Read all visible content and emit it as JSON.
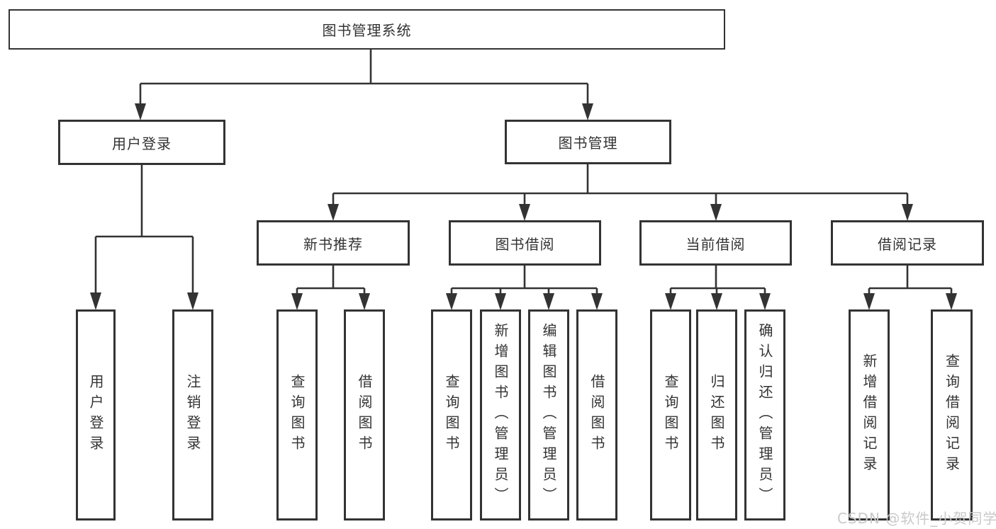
{
  "diagram_title": "图书管理系统",
  "colors": {
    "line": "#333333",
    "text": "#333333",
    "box_background": "#ffffff",
    "page_background": "#ffffff",
    "watermark": "#c9c9c9"
  },
  "watermark": {
    "text": "CSDN @软件_小贺同学"
  },
  "tree": {
    "root": {
      "label": "图书管理系统"
    },
    "branches": [
      {
        "label": "用户登录",
        "children": [
          {
            "label": "用户登录"
          },
          {
            "label": "注销登录"
          }
        ]
      },
      {
        "label": "图书管理",
        "children": [
          {
            "label": "新书推荐",
            "children": [
              {
                "label": "查询图书"
              },
              {
                "label": "借阅图书"
              }
            ]
          },
          {
            "label": "图书借阅",
            "children": [
              {
                "label": "查询图书"
              },
              {
                "label": "新增图书（管理员）"
              },
              {
                "label": "编辑图书（管理员）"
              },
              {
                "label": "借阅图书"
              }
            ]
          },
          {
            "label": "当前借阅",
            "children": [
              {
                "label": "查询图书"
              },
              {
                "label": "归还图书"
              },
              {
                "label": "确认归还（管理员）"
              }
            ]
          },
          {
            "label": "借阅记录",
            "children": [
              {
                "label": "新增借阅记录"
              },
              {
                "label": "查询借阅记录"
              }
            ]
          }
        ]
      }
    ]
  }
}
